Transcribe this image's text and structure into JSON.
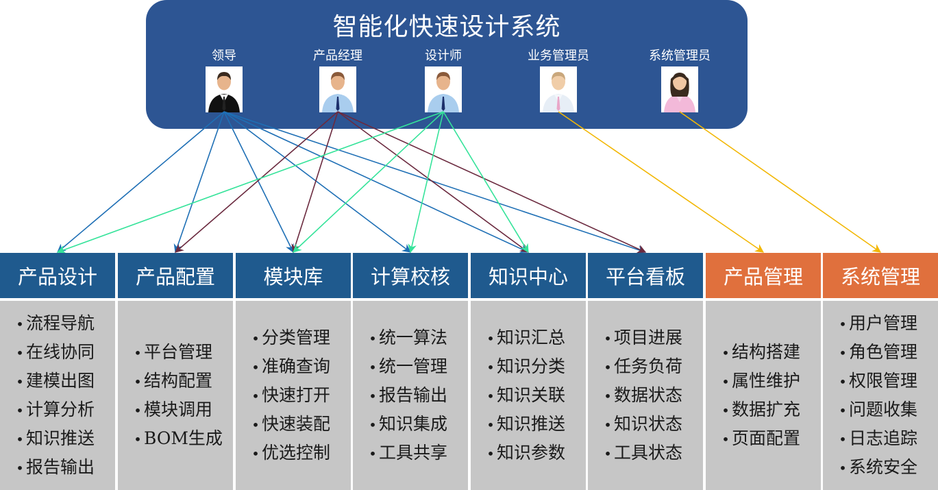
{
  "system_title": "智能化快速设计系统",
  "roles": [
    {
      "label": "领导",
      "icon": "leader-avatar-icon"
    },
    {
      "label": "产品经理",
      "icon": "product-manager-avatar-icon"
    },
    {
      "label": "设计师",
      "icon": "designer-avatar-icon"
    },
    {
      "label": "业务管理员",
      "icon": "business-admin-avatar-icon"
    },
    {
      "label": "系统管理员",
      "icon": "system-admin-avatar-icon"
    }
  ],
  "modules": [
    {
      "title": "产品设计",
      "color": "#1f5a8e",
      "features": [
        "流程导航",
        "在线协同",
        "建模出图",
        "计算分析",
        "知识推送",
        "报告输出"
      ]
    },
    {
      "title": "产品配置",
      "color": "#1f5a8e",
      "features": [
        "平台管理",
        "结构配置",
        "模块调用",
        "BOM生成"
      ]
    },
    {
      "title": "模块库",
      "color": "#1f5a8e",
      "features": [
        "分类管理",
        "准确查询",
        "快速打开",
        "快速装配",
        "优选控制"
      ]
    },
    {
      "title": "计算校核",
      "color": "#1f5a8e",
      "features": [
        "统一算法",
        "统一管理",
        "报告输出",
        "知识集成",
        "工具共享"
      ]
    },
    {
      "title": "知识中心",
      "color": "#1f5a8e",
      "features": [
        "知识汇总",
        "知识分类",
        "知识关联",
        "知识推送",
        "知识参数"
      ]
    },
    {
      "title": "平台看板",
      "color": "#1f5a8e",
      "features": [
        "项目进展",
        "任务负荷",
        "数据状态",
        "知识状态",
        "工具状态"
      ]
    },
    {
      "title": "产品管理",
      "color": "#e0703d",
      "features": [
        "结构搭建",
        "属性维护",
        "数据扩充",
        "页面配置"
      ]
    },
    {
      "title": "系统管理",
      "color": "#e0703d",
      "features": [
        "用户管理",
        "角色管理",
        "权限管理",
        "问题收集",
        "日志追踪",
        "系统安全"
      ]
    }
  ],
  "links": [
    {
      "from": 0,
      "to": [
        0,
        1,
        2,
        3,
        4,
        5
      ],
      "color": "#1e6fb5"
    },
    {
      "from": 1,
      "to": [
        1,
        2,
        4,
        5
      ],
      "color": "#6b2a3f"
    },
    {
      "from": 2,
      "to": [
        0,
        2,
        3,
        4
      ],
      "color": "#35e39a"
    },
    {
      "from": 3,
      "to": [
        6
      ],
      "color": "#f2b705"
    },
    {
      "from": 4,
      "to": [
        7
      ],
      "color": "#f2b705"
    }
  ]
}
